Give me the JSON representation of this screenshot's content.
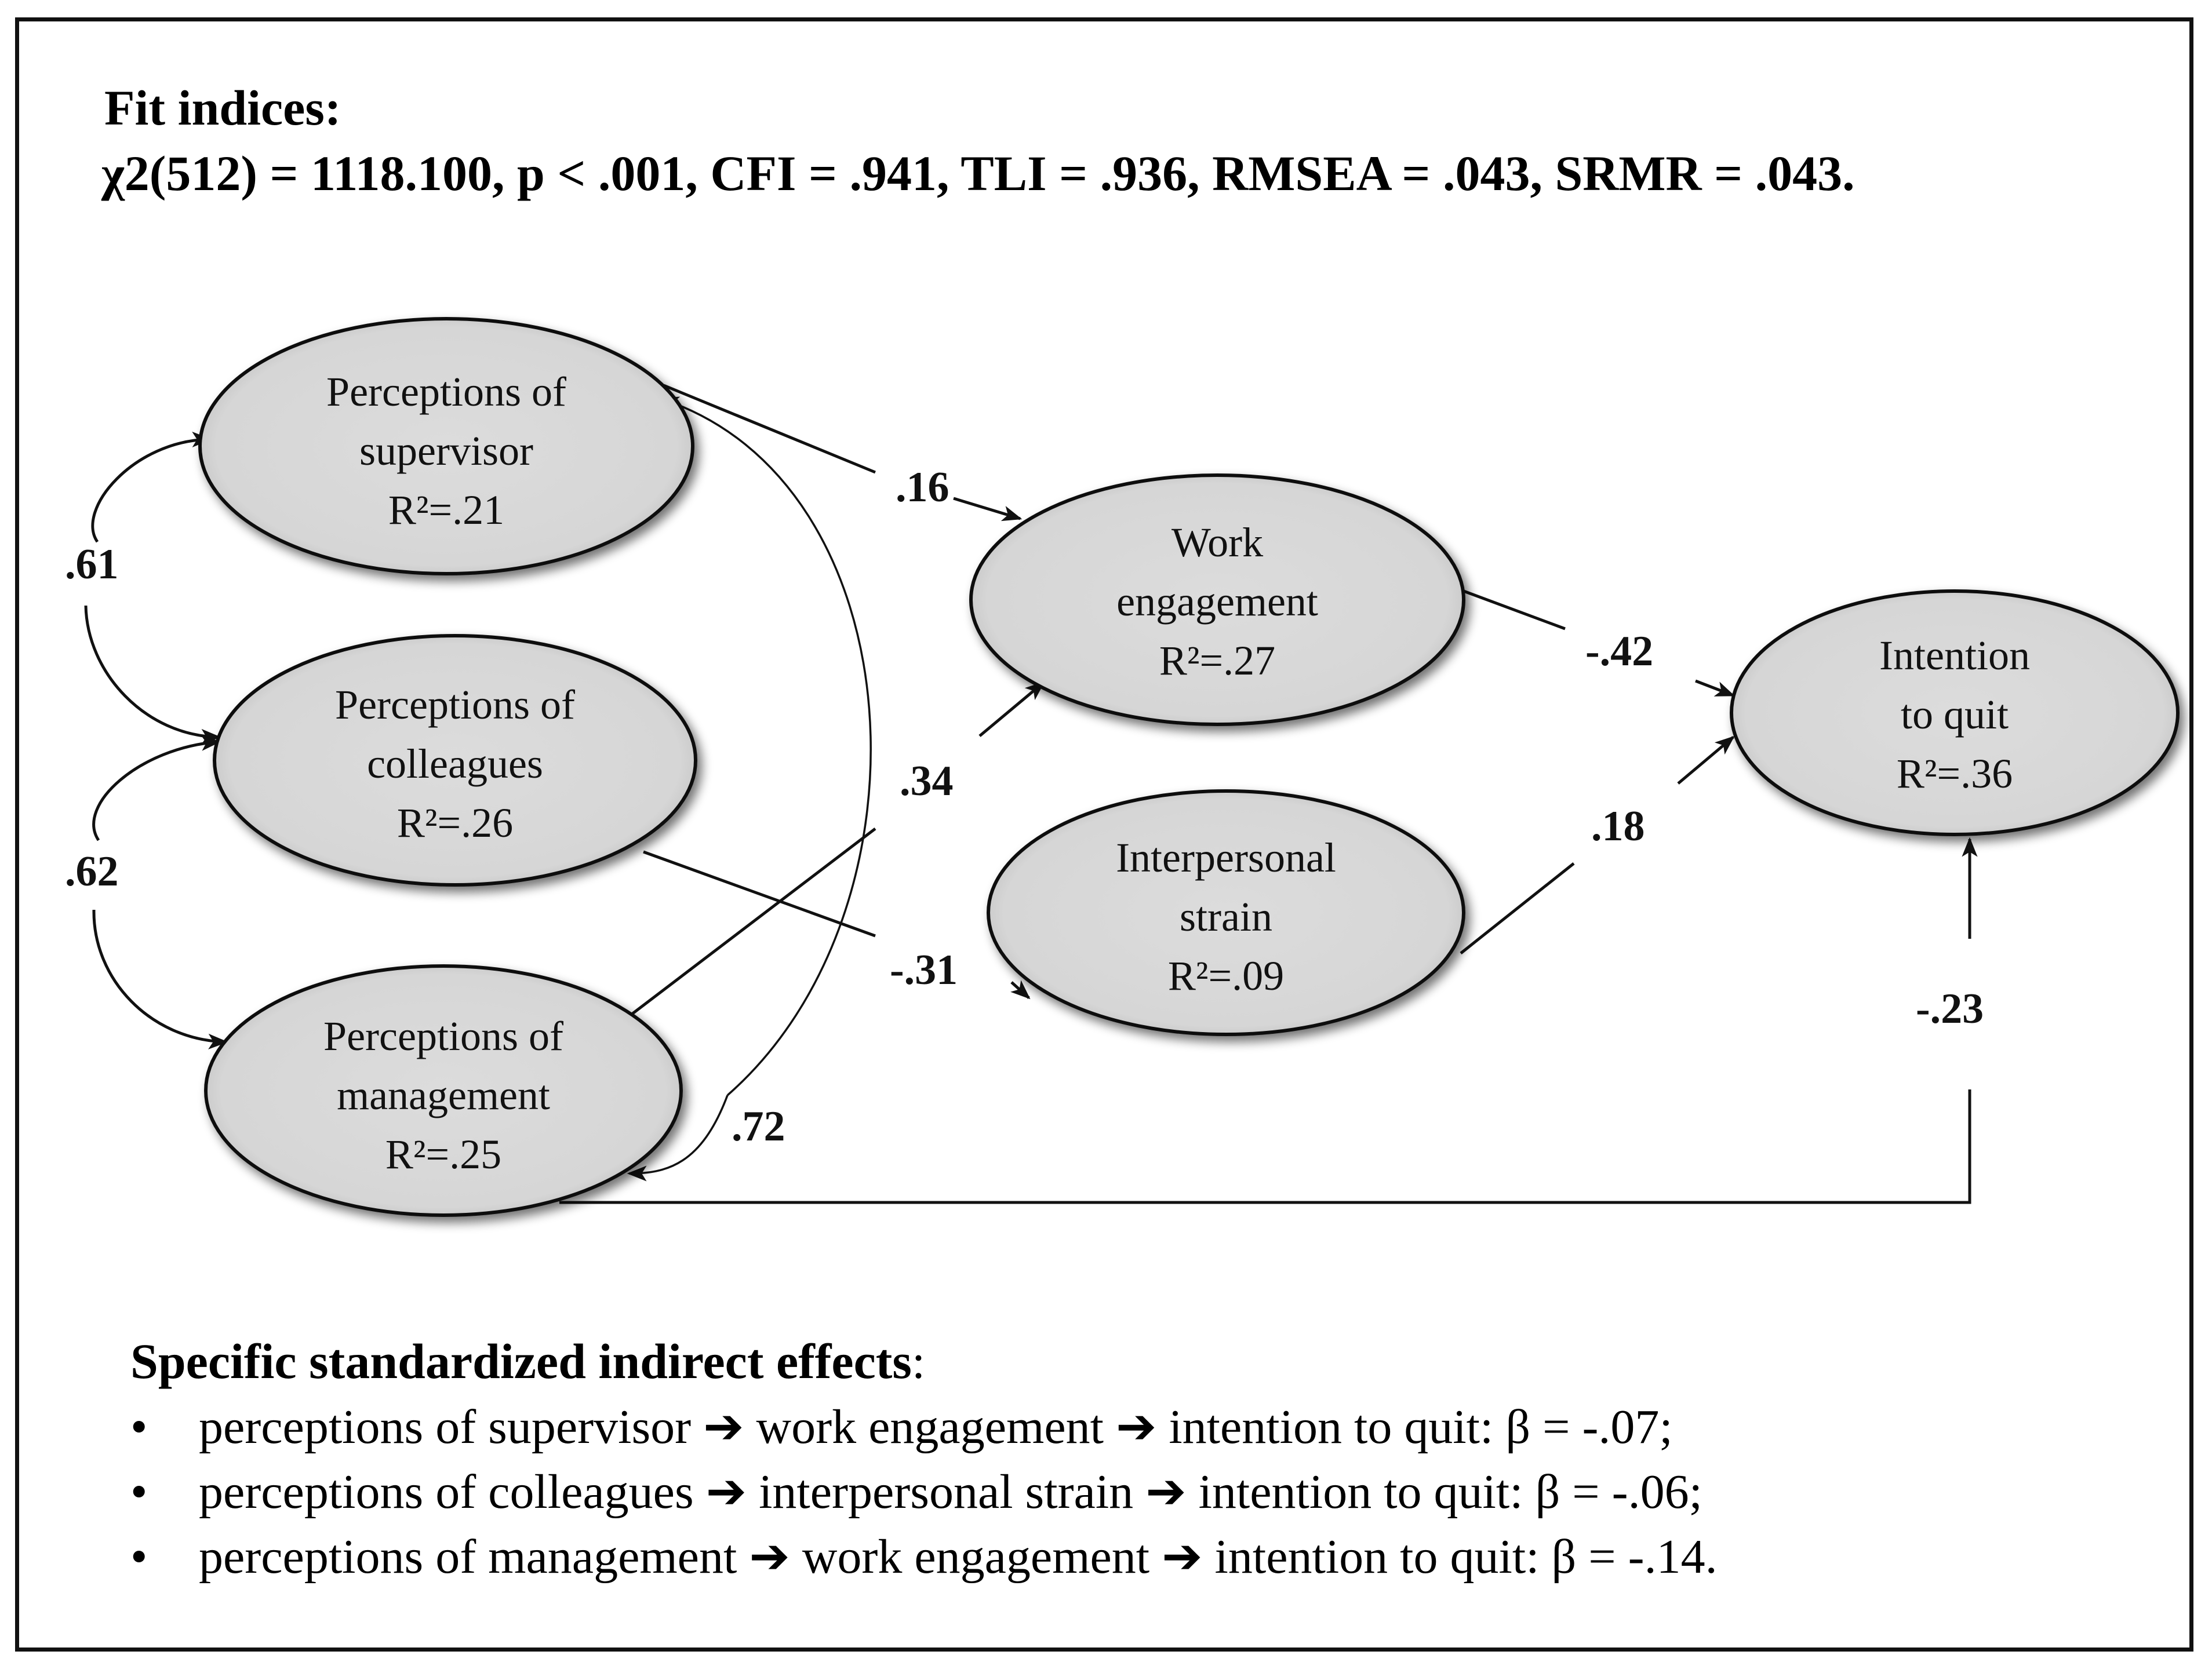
{
  "fit": {
    "title": "Fit indices:",
    "stats": "χ2(512) = 1118.100, p < .001, CFI = .941, TLI = .936, RMSEA = .043, SRMR = .043."
  },
  "nodes": {
    "supervisor": {
      "line1": "Perceptions  of",
      "line2": "supervisor",
      "r2": "R²=.21"
    },
    "colleagues": {
      "line1": "Perceptions  of",
      "line2": "colleagues",
      "r2": "R²=.26"
    },
    "management": {
      "line1": "Perceptions  of",
      "line2": "management",
      "r2": "R²=.25"
    },
    "engagement": {
      "line1": "Work",
      "line2": "engagement",
      "r2": "R²=.27"
    },
    "strain": {
      "line1": "Interpersonal",
      "line2": "strain",
      "r2": "R²=.09"
    },
    "quit": {
      "line1": "Intention",
      "line2": "to quit",
      "r2": "R²=.36"
    }
  },
  "coefficients": {
    "sup_col": ".61",
    "col_man": ".62",
    "man_sup": ".72",
    "sup_eng": ".16",
    "man_eng": ".34",
    "col_strain": "-.31",
    "eng_quit": "-.42",
    "strain_quit": ".18",
    "man_quit": "-.23"
  },
  "effects": {
    "title": "Specific standardized indirect effects",
    "title_suffix": ":",
    "bullet": "•",
    "arrow": "➔",
    "items": [
      {
        "a": "perceptions of supervisor",
        "b": "work engagement",
        "c": "intention to quit: β = -.07;"
      },
      {
        "a": "perceptions of colleagues",
        "b": "interpersonal strain",
        "c": "intention to quit: β = -.06;"
      },
      {
        "a": "perceptions of management",
        "b": "work engagement",
        "c": "intention to quit: β = -.14."
      }
    ]
  },
  "colors": {
    "node_fill": "#d9d9d9",
    "stroke": "#111111",
    "background": "#ffffff"
  }
}
